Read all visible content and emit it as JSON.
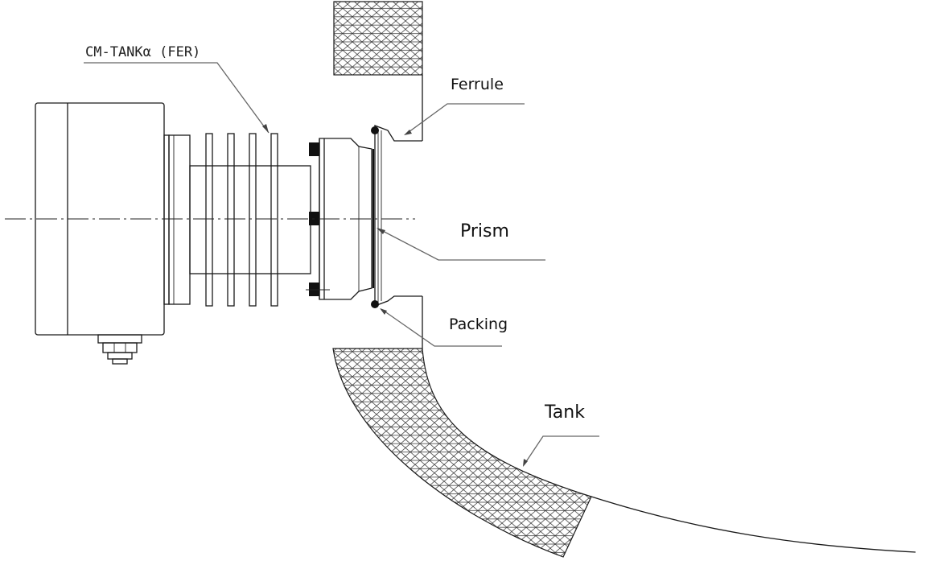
{
  "labels": {
    "model": "CM-TANKα (FER)",
    "ferrule": "Ferrule",
    "prism": "Prism",
    "packing": "Packing",
    "tank": "Tank"
  }
}
